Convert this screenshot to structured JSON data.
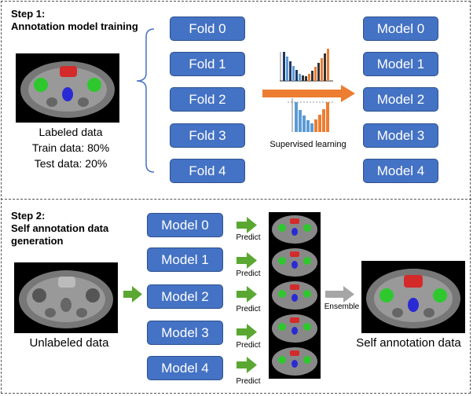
{
  "step1": {
    "title_line1": "Step 1:",
    "title_line2": "Annotation model training",
    "labeled_caption": "Labeled data",
    "train_split": "Train data: 80%",
    "test_split": "Test data: 20%",
    "folds": [
      "Fold 0",
      "Fold 1",
      "Fold 2",
      "Fold 3",
      "Fold 4"
    ],
    "models": [
      "Model 0",
      "Model 1",
      "Model 2",
      "Model 3",
      "Model 4"
    ],
    "learning_label": "Supervised learning"
  },
  "step2": {
    "title_line1": "Step 2:",
    "title_line2": "Self annotation data",
    "title_line3": "generation",
    "unlabeled_caption": "Unlabeled data",
    "models": [
      "Model 0",
      "Model 1",
      "Model 2",
      "Model 3",
      "Model 4"
    ],
    "predict_label": "Predict",
    "ensemble_label": "Ensemble",
    "output_caption": "Self annotation data"
  },
  "colors": {
    "box_fill": "#4472c4",
    "arrow_green": "#5aa832",
    "arrow_orange": "#ed7d31",
    "arrow_gray": "#a6a6a6",
    "label_red": "#d42a2a",
    "label_green": "#2ec82e",
    "label_blue": "#2a2ad4"
  }
}
